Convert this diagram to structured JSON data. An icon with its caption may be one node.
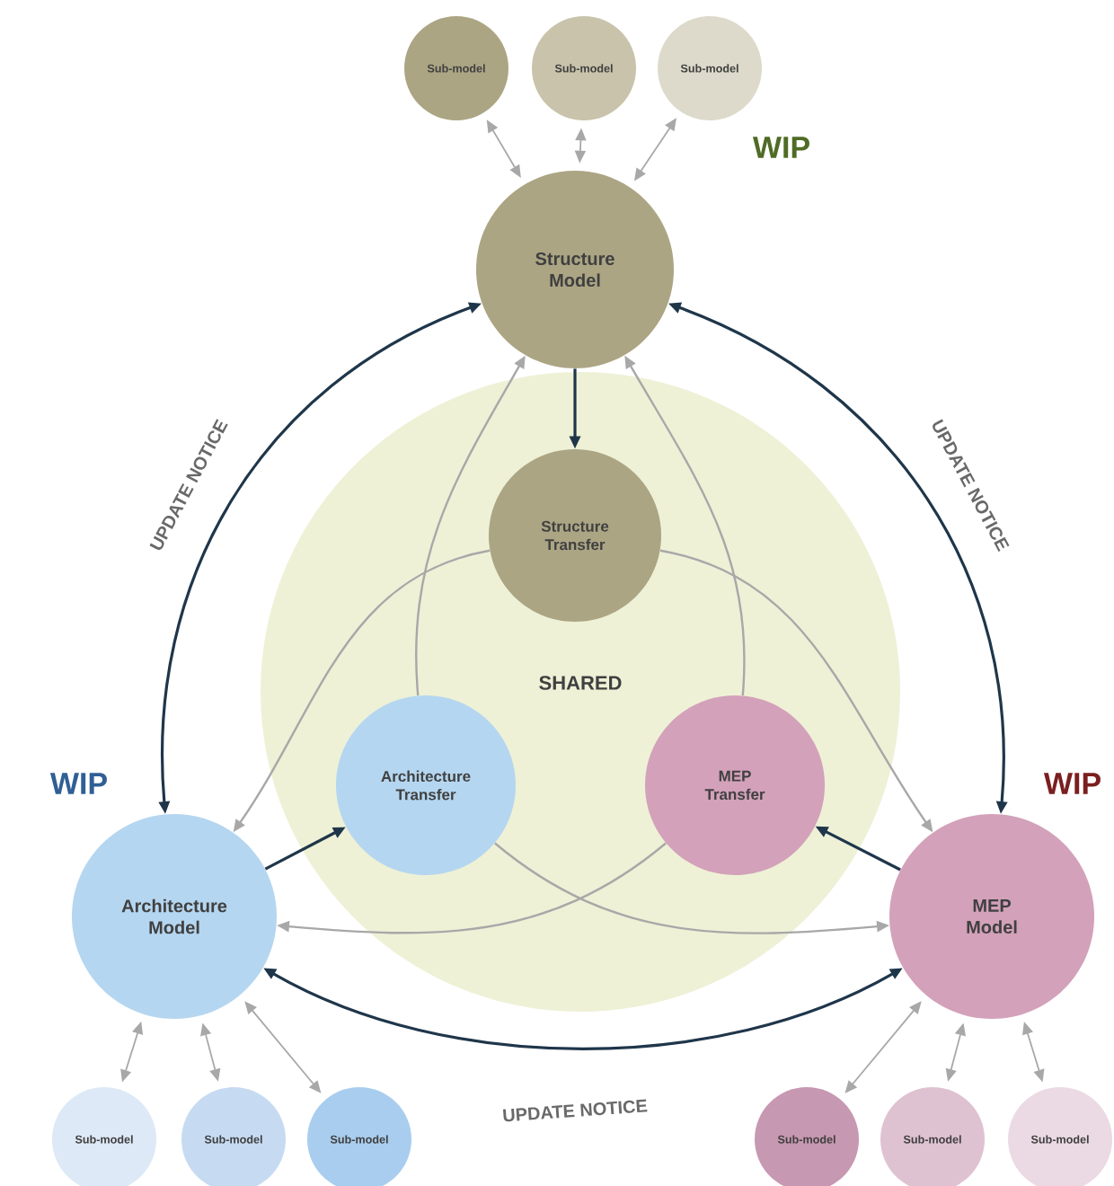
{
  "diagram": {
    "nodes": [
      {
        "text": [
          "SHARED"
        ]
      },
      {
        "text": [
          "Structure Model"
        ]
      },
      {
        "text": [
          "Structure Transfer"
        ],
        "in": 0
      },
      {
        "text": [
          "Architecture Transfer"
        ],
        "in": 0
      },
      {
        "text": [
          "MEP Transfer"
        ],
        "in": 0
      },
      {
        "text": [
          "Architecture Model"
        ]
      },
      {
        "text": [
          "MEP Model"
        ]
      },
      {
        "text": [
          "Sub-model"
        ]
      },
      {
        "text": [
          "Sub-model"
        ]
      },
      {
        "text": [
          "Sub-model"
        ]
      },
      {
        "text": [
          "Sub-model"
        ]
      },
      {
        "text": [
          "Sub-model"
        ]
      },
      {
        "text": [
          "Sub-model"
        ]
      },
      {
        "text": [
          "Sub-model"
        ]
      },
      {
        "text": [
          "Sub-model"
        ]
      },
      {
        "text": [
          "Sub-model"
        ]
      }
    ],
    "edges": [
      {
        "from": 1,
        "to": 5,
        "arrow": "both",
        "label": "UPDATE NOTICE",
        "color": "#1f364a"
      },
      {
        "from": 1,
        "to": 6,
        "arrow": "both",
        "label": "UPDATE NOTICE",
        "color": "#1f364a"
      },
      {
        "from": 5,
        "to": 6,
        "arrow": "both",
        "label": "UPDATE NOTICE",
        "color": "#1f364a"
      },
      {
        "from": 1,
        "to": 2,
        "arrow": "to",
        "color": "#1f364a"
      },
      {
        "from": 5,
        "to": 3,
        "arrow": "to",
        "color": "#1f364a"
      },
      {
        "from": 6,
        "to": 4,
        "arrow": "to",
        "color": "#1f364a"
      },
      {
        "from": 3,
        "to": 1,
        "arrow": "to"
      },
      {
        "from": 4,
        "to": 1,
        "arrow": "to"
      },
      {
        "from": 2,
        "to": 5,
        "arrow": "to"
      },
      {
        "from": 2,
        "to": 6,
        "arrow": "to"
      },
      {
        "from": 3,
        "to": 6,
        "arrow": "to"
      },
      {
        "from": 4,
        "to": 5,
        "arrow": "to"
      },
      {
        "from": 7,
        "to": 1,
        "arrow": "both"
      },
      {
        "from": 8,
        "to": 1,
        "arrow": "both"
      },
      {
        "from": 9,
        "to": 1,
        "arrow": "both"
      },
      {
        "from": 10,
        "to": 5,
        "arrow": "both"
      },
      {
        "from": 11,
        "to": 5,
        "arrow": "both"
      },
      {
        "from": 12,
        "to": 5,
        "arrow": "both"
      },
      {
        "from": 13,
        "to": 6,
        "arrow": "both"
      },
      {
        "from": 14,
        "to": 6,
        "arrow": "both"
      },
      {
        "from": 15,
        "to": 6,
        "arrow": "both"
      }
    ],
    "labels": [
      "WIP",
      "WIP",
      "WIP"
    ]
  }
}
